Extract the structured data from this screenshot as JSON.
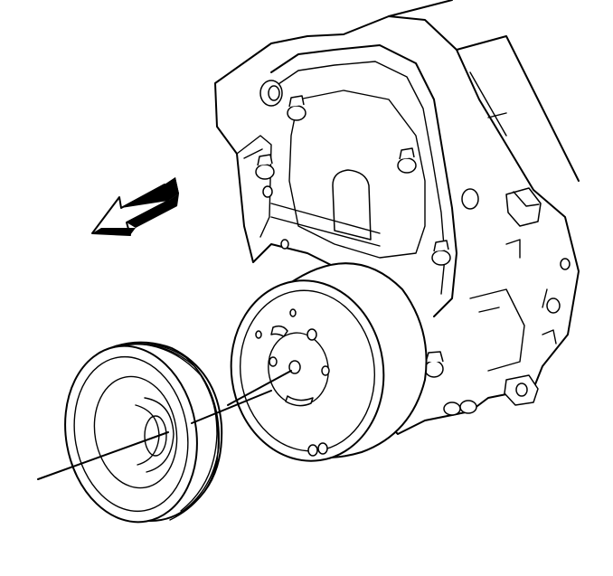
{
  "diagram": {
    "parts": [
      {
        "id": "crankshaft-balancer",
        "label": ""
      },
      {
        "id": "crankshaft-pulley",
        "label": ""
      },
      {
        "id": "engine-front-cover",
        "label": ""
      }
    ],
    "direction_arrow": {
      "direction": "forward-left"
    },
    "colors": {
      "line": "#000000",
      "background": "#ffffff"
    }
  }
}
